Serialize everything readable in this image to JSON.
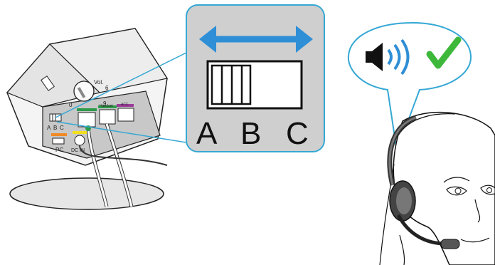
{
  "base": {
    "switch_positions": [
      "A",
      "B",
      "C"
    ],
    "volume_label": "Vol.",
    "volume_scale": [
      "0",
      "6",
      "9"
    ],
    "port_labels": {
      "handset": "Handset",
      "acc": "ACC",
      "pc": "PC",
      "dc_in": "DC IN"
    },
    "colors": {
      "green_port": "#2e9b4a",
      "purple_port": "#9b3c9b",
      "orange_port": "#f08a24",
      "yellow_port": "#f3e01c"
    }
  },
  "zoom": {
    "switch_positions": [
      "A",
      "B",
      "C"
    ],
    "arrow_icon": "double-arrow-icon",
    "panel_color": "#cfcfcf",
    "border_color": "#35a8d4",
    "arrow_color": "#2f8fd6"
  },
  "headset": {
    "speaker_icon": "speaker-icon",
    "check_icon": "check-icon",
    "check_color": "#3db83a"
  }
}
